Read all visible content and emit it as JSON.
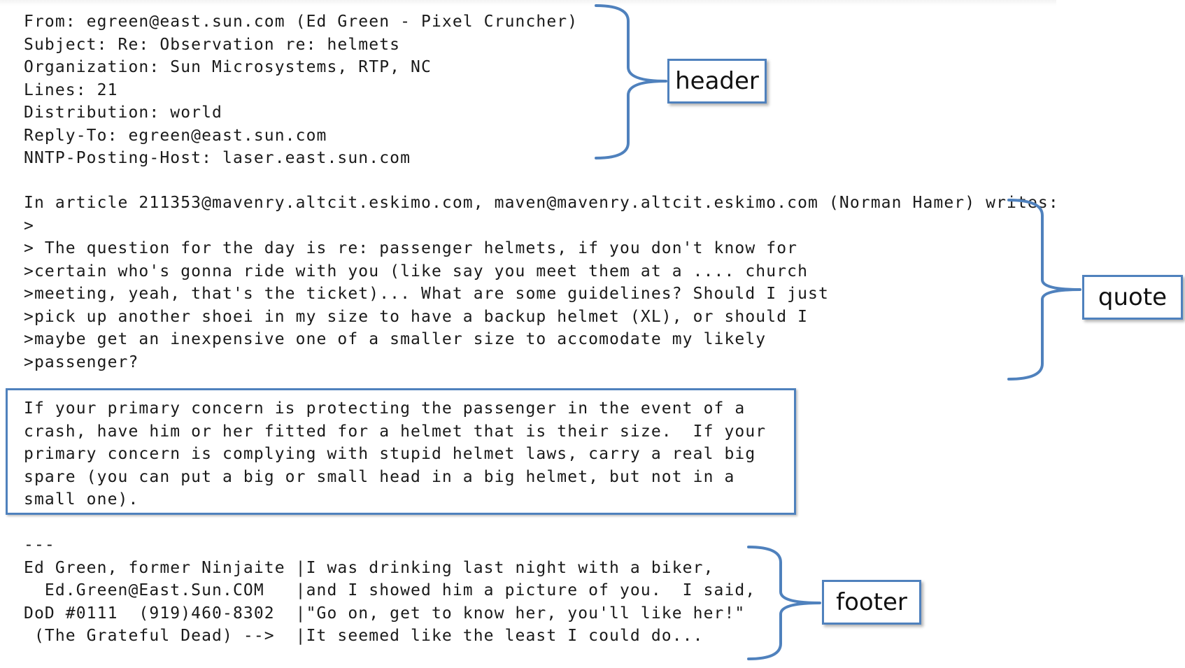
{
  "header_lines": [
    "From: egreen@east.sun.com (Ed Green - Pixel Cruncher)",
    "Subject: Re: Observation re: helmets",
    "Organization: Sun Microsystems, RTP, NC",
    "Lines: 21",
    "Distribution: world",
    "Reply-To: egreen@east.sun.com",
    "NNTP-Posting-Host: laser.east.sun.com"
  ],
  "quote_lines": [
    "In article 211353@mavenry.altcit.eskimo.com, maven@mavenry.altcit.eskimo.com (Norman Hamer) writes:",
    ">",
    "> The question for the day is re: passenger helmets, if you don't know for",
    ">certain who's gonna ride with you (like say you meet them at a .... church",
    ">meeting, yeah, that's the ticket)... What are some guidelines? Should I just",
    ">pick up another shoei in my size to have a backup helmet (XL), or should I",
    ">maybe get an inexpensive one of a smaller size to accomodate my likely",
    ">passenger?"
  ],
  "reply_lines": [
    "If your primary concern is protecting the passenger in the event of a",
    "crash, have him or her fitted for a helmet that is their size.  If your",
    "primary concern is complying with stupid helmet laws, carry a real big",
    "spare (you can put a big or small head in a big helmet, but not in a",
    "small one)."
  ],
  "footer_lines": [
    "---",
    "Ed Green, former Ninjaite |I was drinking last night with a biker,",
    "  Ed.Green@East.Sun.COM   |and I showed him a picture of you.  I said,",
    "DoD #0111  (919)460-8302  |\"Go on, get to know her, you'll like her!\"",
    " (The Grateful Dead) -->  |It seemed like the least I could do..."
  ],
  "labels": {
    "header": "header",
    "quote": "quote",
    "footer": "footer"
  },
  "colors": {
    "annotation_blue": "#4f81bd",
    "text": "#1a1a1a"
  }
}
